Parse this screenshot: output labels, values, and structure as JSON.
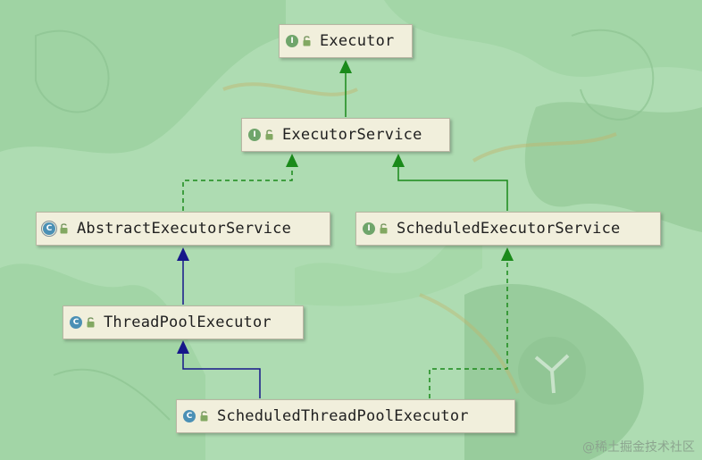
{
  "nodes": {
    "executor": {
      "kind": "interface",
      "kind_letter": "I",
      "label": "Executor"
    },
    "executor_service": {
      "kind": "interface",
      "kind_letter": "I",
      "label": "ExecutorService"
    },
    "abstract_executor_service": {
      "kind": "abstract-class",
      "kind_letter": "C",
      "label": "AbstractExecutorService"
    },
    "scheduled_executor_service": {
      "kind": "interface",
      "kind_letter": "I",
      "label": "ScheduledExecutorService"
    },
    "thread_pool_executor": {
      "kind": "class",
      "kind_letter": "C",
      "label": "ThreadPoolExecutor"
    },
    "scheduled_thread_pool_executor": {
      "kind": "class",
      "kind_letter": "C",
      "label": "ScheduledThreadPoolExecutor"
    }
  },
  "edges": [
    {
      "from": "executor_service",
      "to": "executor",
      "relation": "extends-interface",
      "style": "solid",
      "color": "#1a8a1a"
    },
    {
      "from": "abstract_executor_service",
      "to": "executor_service",
      "relation": "implements",
      "style": "dashed",
      "color": "#1a8a1a"
    },
    {
      "from": "scheduled_executor_service",
      "to": "executor_service",
      "relation": "extends-interface",
      "style": "solid",
      "color": "#1a8a1a"
    },
    {
      "from": "thread_pool_executor",
      "to": "abstract_executor_service",
      "relation": "extends-class",
      "style": "solid",
      "color": "#16168a"
    },
    {
      "from": "scheduled_thread_pool_executor",
      "to": "thread_pool_executor",
      "relation": "extends-class",
      "style": "solid",
      "color": "#16168a"
    },
    {
      "from": "scheduled_thread_pool_executor",
      "to": "scheduled_executor_service",
      "relation": "implements",
      "style": "dashed",
      "color": "#1a8a1a"
    }
  ],
  "watermark": "@稀土掘金技术社区",
  "colors": {
    "background": "#a9d9ad",
    "node_fill": "#f1efdc",
    "interface_badge": "#6fa56b",
    "class_badge": "#4b90b5",
    "interface_edge": "#1a8a1a",
    "class_edge": "#16168a"
  },
  "icons": {
    "interface_badge": "interface-icon",
    "class_badge": "class-icon",
    "abstract_badge": "abstract-class-icon",
    "visibility": "unlocked-icon"
  }
}
